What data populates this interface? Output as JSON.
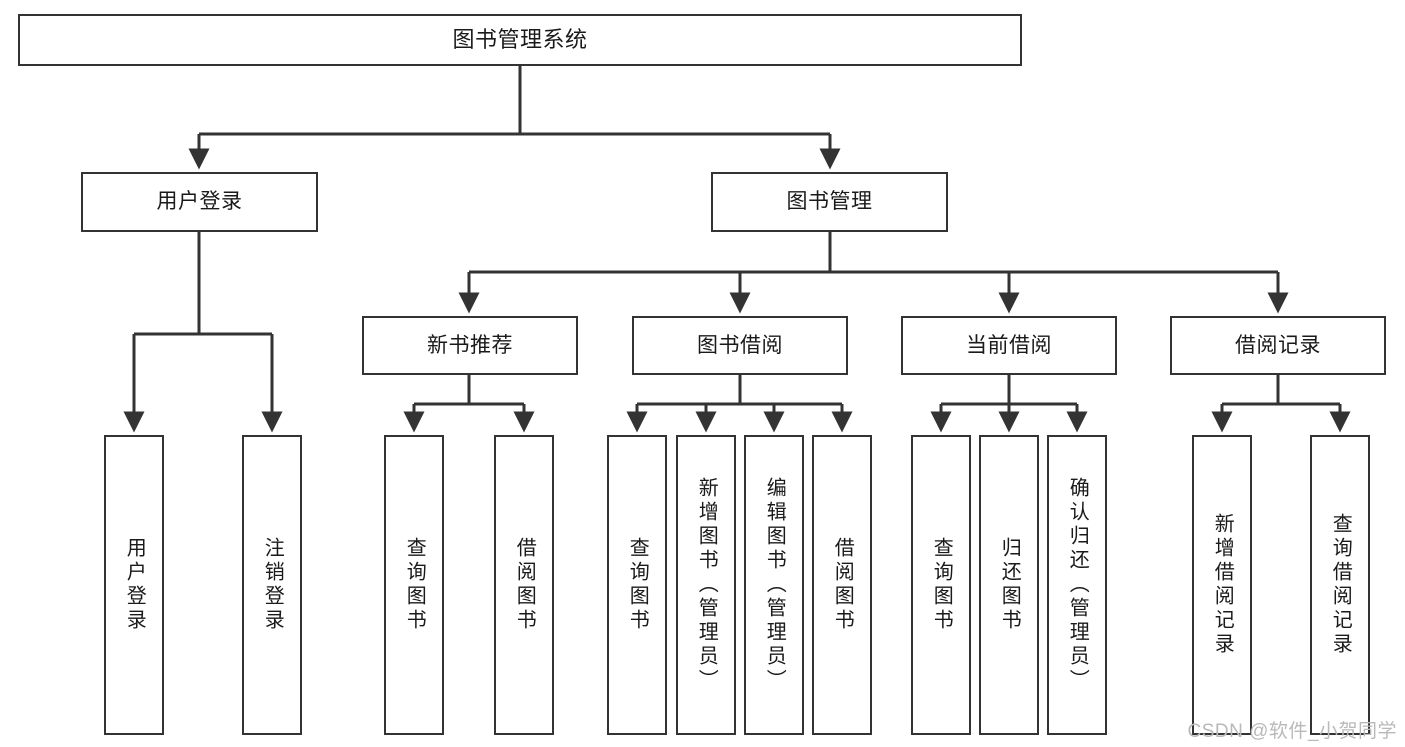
{
  "diagram": {
    "type": "tree-hierarchy",
    "title": "图书管理系统",
    "colors": {
      "box_border": "#333333",
      "box_fill": "#ffffff",
      "connector": "#333333",
      "text": "#1a1a1a",
      "watermark": "#b9b9b9"
    },
    "nodes": {
      "root": {
        "label": "图书管理系统"
      },
      "level2": [
        {
          "id": "user-login",
          "label": "用户登录"
        },
        {
          "id": "book-manage",
          "label": "图书管理"
        }
      ],
      "level3": [
        {
          "id": "new-book-recommend",
          "label": "新书推荐"
        },
        {
          "id": "book-borrow",
          "label": "图书借阅"
        },
        {
          "id": "current-borrow",
          "label": "当前借阅"
        },
        {
          "id": "borrow-record",
          "label": "借阅记录"
        }
      ],
      "leaves": {
        "user_login": [
          {
            "id": "leaf-user-login",
            "label": "用户登录"
          },
          {
            "id": "leaf-logout",
            "label": "注销登录"
          }
        ],
        "new_book_recommend": [
          {
            "id": "leaf-query-book-1",
            "label": "查询图书"
          },
          {
            "id": "leaf-borrow-book-1",
            "label": "借阅图书"
          }
        ],
        "book_borrow": [
          {
            "id": "leaf-query-book-2",
            "label": "查询图书"
          },
          {
            "id": "leaf-add-book",
            "label": "新增图书（管理员）"
          },
          {
            "id": "leaf-edit-book",
            "label": "编辑图书（管理员）"
          },
          {
            "id": "leaf-borrow-book-2",
            "label": "借阅图书"
          }
        ],
        "current_borrow": [
          {
            "id": "leaf-query-book-3",
            "label": "查询图书"
          },
          {
            "id": "leaf-return-book",
            "label": "归还图书"
          },
          {
            "id": "leaf-confirm-return",
            "label": "确认归还（管理员）"
          }
        ],
        "borrow_record": [
          {
            "id": "leaf-add-record",
            "label": "新增借阅记录"
          },
          {
            "id": "leaf-query-record",
            "label": "查询借阅记录"
          }
        ]
      }
    },
    "watermark": "CSDN @软件_小贺同学"
  }
}
